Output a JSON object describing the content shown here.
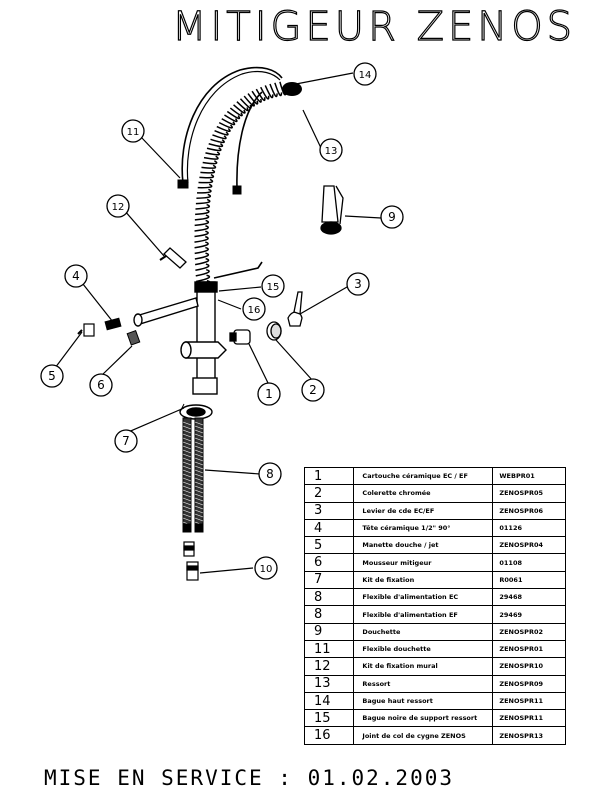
{
  "title": "MITIGEUR ZENOS",
  "footer": "MISE EN SERVICE : 01.02.2003",
  "callouts": [
    "14",
    "13",
    "11",
    "9",
    "12",
    "3",
    "4",
    "15",
    "16",
    "5",
    "2",
    "1",
    "6",
    "7",
    "8",
    "10"
  ],
  "parts": [
    {
      "num": "1",
      "desc": "Cartouche céramique EC / EF",
      "code": "WEBPR01"
    },
    {
      "num": "2",
      "desc": "Colerette chromée",
      "code": "ZENOSPR05"
    },
    {
      "num": "3",
      "desc": "Levier de cde EC/EF",
      "code": "ZENOSPR06"
    },
    {
      "num": "4",
      "desc": "Tête céramique 1/2\" 90°",
      "code": "01126"
    },
    {
      "num": "5",
      "desc": "Manette douche / jet",
      "code": "ZENOSPR04"
    },
    {
      "num": "6",
      "desc": "Mousseur mitigeur",
      "code": "01108"
    },
    {
      "num": "7",
      "desc": "Kit de fixation",
      "code": "R0061"
    },
    {
      "num": "8",
      "desc": "Flexible d'alimentation EC",
      "code": "29468"
    },
    {
      "num": "8",
      "desc": "Flexible d'alimentation EF",
      "code": "29469"
    },
    {
      "num": "9",
      "desc": "Douchette",
      "code": "ZENOSPR02"
    },
    {
      "num": "11",
      "desc": "Flexible douchette",
      "code": "ZENOSPR01"
    },
    {
      "num": "12",
      "desc": "Kit de fixation mural",
      "code": "ZENOSPR10"
    },
    {
      "num": "13",
      "desc": "Ressort",
      "code": "ZENOSPR09"
    },
    {
      "num": "14",
      "desc": "Bague haut ressort",
      "code": "ZENOSPR11"
    },
    {
      "num": "15",
      "desc": "Bague noire de support ressort",
      "code": "ZENOSPR11"
    },
    {
      "num": "16",
      "desc": "Joint de col de cygne ZENOS",
      "code": "ZENOSPR13"
    }
  ]
}
